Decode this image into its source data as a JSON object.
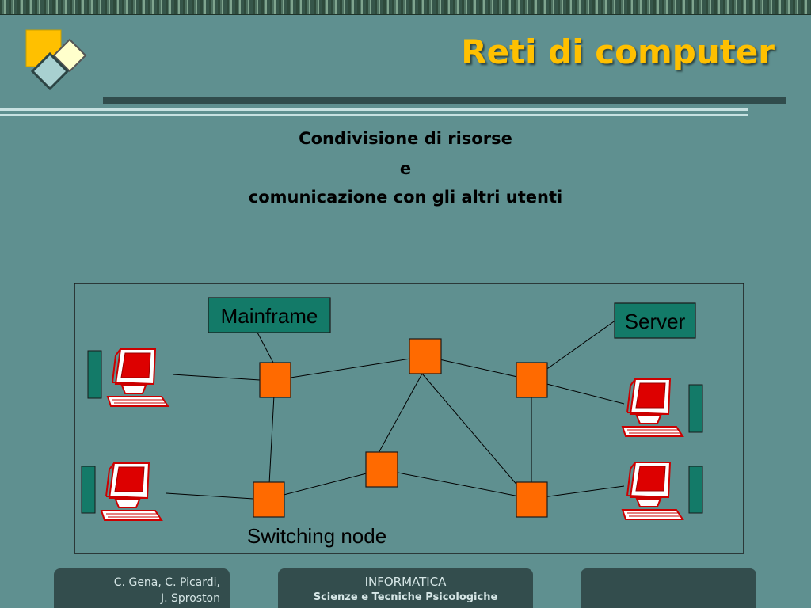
{
  "title": "Reti di computer",
  "subtitle": {
    "line1": "Condivisione di risorse",
    "line2": "e",
    "line3": "comunicazione con gli altri utenti"
  },
  "diagram": {
    "labels": {
      "mainframe": "Mainframe",
      "server": "Server",
      "switching_node": "Switching node"
    }
  },
  "footer": {
    "authors_line1": "C. Gena, C. Picardi,",
    "authors_line2": "J. Sproston",
    "course": "INFORMATICA",
    "program": "Scienze e Tecniche Psicologiche"
  },
  "colors": {
    "background": "#5f9090",
    "title": "#ffc000",
    "node": "#ff6a00",
    "label_box": "#137a68",
    "monitor": "#cc0000",
    "tower": "#137a68"
  }
}
